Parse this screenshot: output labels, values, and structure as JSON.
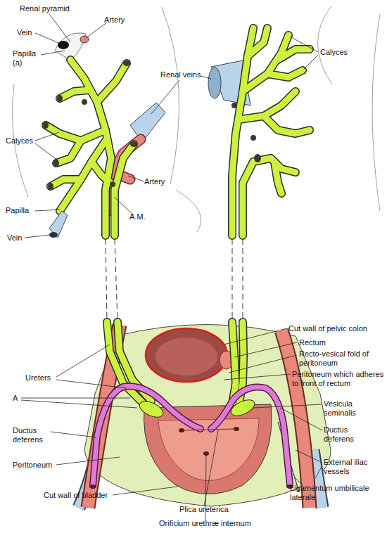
{
  "diagram": {
    "labels": [
      "Renal pyramid",
      "Vein",
      "Artery",
      "Papilla (a)",
      "Renal veins",
      "Calyces",
      "Artery",
      "A.M.",
      "Papilla",
      "Vein",
      "Calyces",
      "Cut wall of pelvic colon",
      "Rectum",
      "Recto-vesical fold of peritoneum",
      "Peritoneum which adheres to front of rectum",
      "Ureters",
      "A",
      "Vesicula seminalis",
      "Ductus deferens",
      "Ductus deferens",
      "External iliac vessels",
      "Peritoneum",
      "Ligamentum umbilicale laterale",
      "Cut wall of bladder",
      "Plica ureterica",
      "Orificium urethræ internum"
    ]
  }
}
